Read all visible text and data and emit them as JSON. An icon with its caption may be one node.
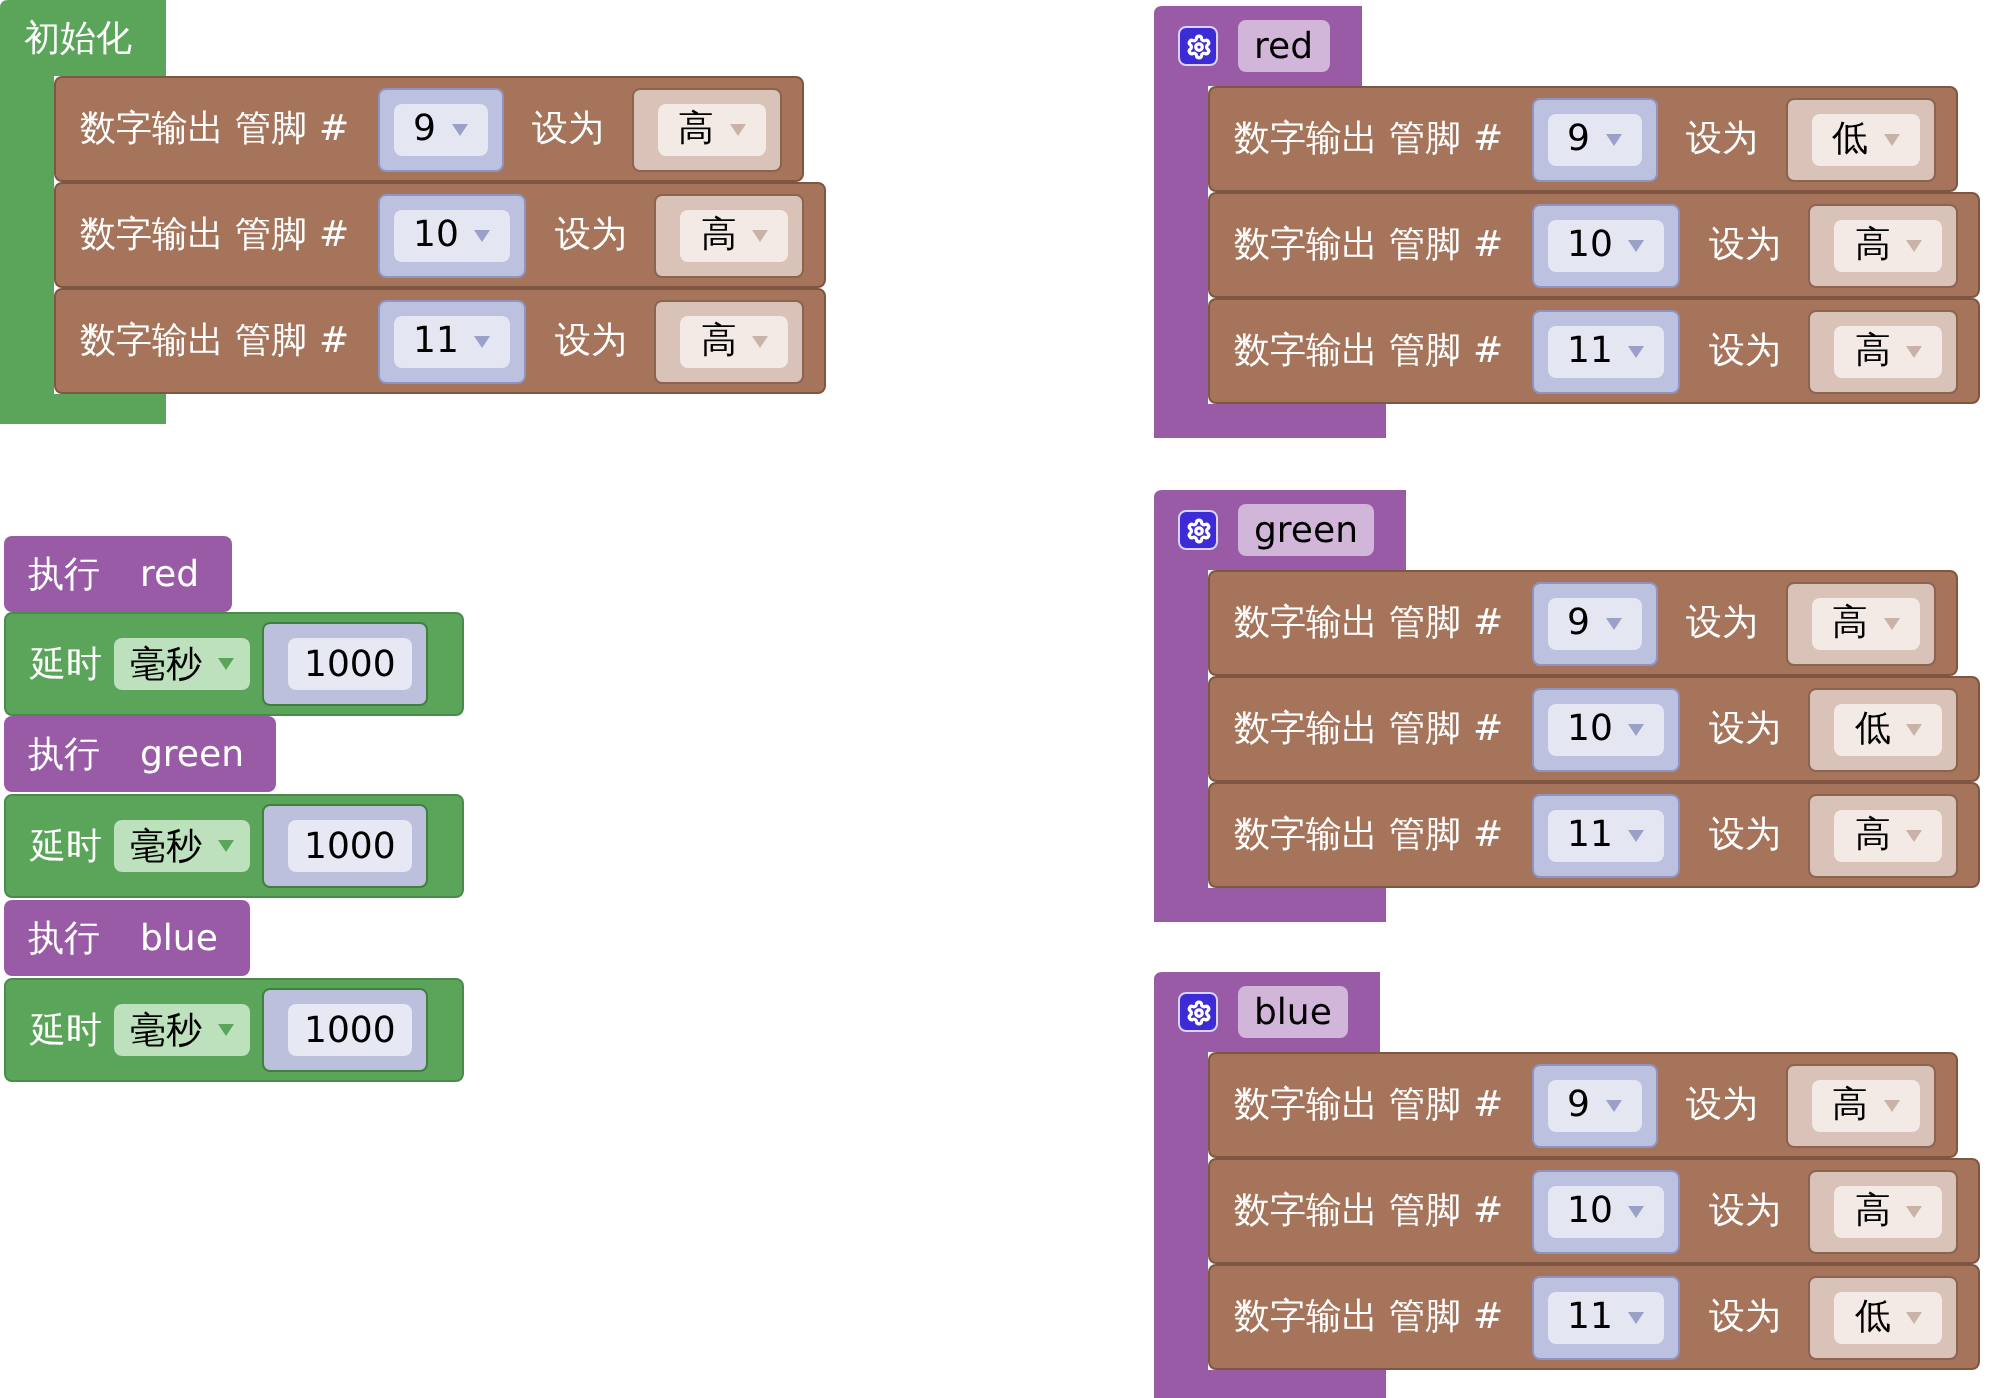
{
  "diagram": {
    "nodes": [
      {
        "text": [
          "初始化"
        ]
      },
      {
        "text": [
          "数字输出 管脚 #",
          "设为"
        ]
      },
      {
        "text": [
          "9"
        ],
        "in": 1
      },
      {
        "text": [
          "高"
        ],
        "in": 1
      },
      {
        "text": [
          "数字输出 管脚 #",
          "设为"
        ]
      },
      {
        "text": [
          "10"
        ],
        "in": 4
      },
      {
        "text": [
          "高"
        ],
        "in": 4
      },
      {
        "text": [
          "数字输出 管脚 #",
          "设为"
        ]
      },
      {
        "text": [
          "11"
        ],
        "in": 7
      },
      {
        "text": [
          "高"
        ],
        "in": 7
      },
      {
        "text": [
          "执行",
          "red"
        ]
      },
      {
        "text": [
          "延时"
        ]
      },
      {
        "text": [
          "毫秒"
        ],
        "in": 11
      },
      {
        "text": [
          "1000"
        ],
        "in": 11
      },
      {
        "text": [
          "执行",
          "green"
        ]
      },
      {
        "text": [
          "延时"
        ]
      },
      {
        "text": [
          "毫秒"
        ],
        "in": 15
      },
      {
        "text": [
          "1000"
        ],
        "in": 15
      },
      {
        "text": [
          "执行",
          "blue"
        ]
      },
      {
        "text": [
          "延时"
        ]
      },
      {
        "text": [
          "毫秒"
        ],
        "in": 19
      },
      {
        "text": [
          "1000"
        ],
        "in": 19
      },
      {
        "text": [
          "red"
        ]
      },
      {
        "text": [
          "数字输出 管脚 #",
          "设为"
        ]
      },
      {
        "text": [
          "9"
        ],
        "in": 23
      },
      {
        "text": [
          "低"
        ],
        "in": 23
      },
      {
        "text": [
          "数字输出 管脚 #",
          "设为"
        ]
      },
      {
        "text": [
          "10"
        ],
        "in": 26
      },
      {
        "text": [
          "高"
        ],
        "in": 26
      },
      {
        "text": [
          "数字输出 管脚 #",
          "设为"
        ]
      },
      {
        "text": [
          "11"
        ],
        "in": 29
      },
      {
        "text": [
          "高"
        ],
        "in": 29
      },
      {
        "text": [
          "green"
        ]
      },
      {
        "text": [
          "数字输出 管脚 #",
          "设为"
        ]
      },
      {
        "text": [
          "9"
        ],
        "in": 33
      },
      {
        "text": [
          "高"
        ],
        "in": 33
      },
      {
        "text": [
          "数字输出 管脚 #",
          "设为"
        ]
      },
      {
        "text": [
          "10"
        ],
        "in": 36
      },
      {
        "text": [
          "低"
        ],
        "in": 36
      },
      {
        "text": [
          "数字输出 管脚 #",
          "设为"
        ]
      },
      {
        "text": [
          "11"
        ],
        "in": 39
      },
      {
        "text": [
          "高"
        ],
        "in": 39
      },
      {
        "text": [
          "blue"
        ]
      },
      {
        "text": [
          "数字输出 管脚 #",
          "设为"
        ]
      },
      {
        "text": [
          "9"
        ],
        "in": 43
      },
      {
        "text": [
          "高"
        ],
        "in": 43
      },
      {
        "text": [
          "数字输出 管脚 #",
          "设为"
        ]
      },
      {
        "text": [
          "10"
        ],
        "in": 46
      },
      {
        "text": [
          "高"
        ],
        "in": 46
      },
      {
        "text": [
          "数字输出 管脚 #",
          "设为"
        ]
      },
      {
        "text": [
          "11"
        ],
        "in": 49
      },
      {
        "text": [
          "低"
        ],
        "in": 49
      }
    ]
  }
}
